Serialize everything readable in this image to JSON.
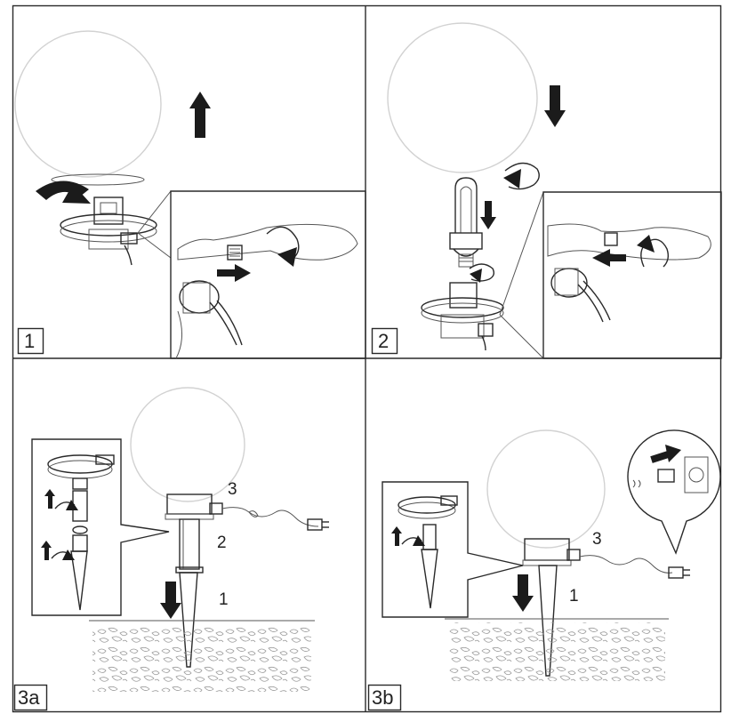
{
  "panels": [
    {
      "id": "1",
      "label": "1"
    },
    {
      "id": "2",
      "label": "2"
    },
    {
      "id": "3a",
      "label": "3a"
    },
    {
      "id": "3b",
      "label": "3b"
    }
  ],
  "panel_3a": {
    "step_globe": "3",
    "step_pole": "2",
    "step_spike": "1"
  },
  "panel_3b": {
    "step_globe": "3",
    "step_spike": "1"
  },
  "colors": {
    "line": "#2a2a2a",
    "arrow": "#1b1b1b",
    "border": "#333333",
    "globe_outline": "#d2d2d2"
  },
  "icons": [
    "arrow-up-icon",
    "arrow-down-icon",
    "rotate-arrow-icon",
    "plug-icon",
    "socket-icon"
  ]
}
